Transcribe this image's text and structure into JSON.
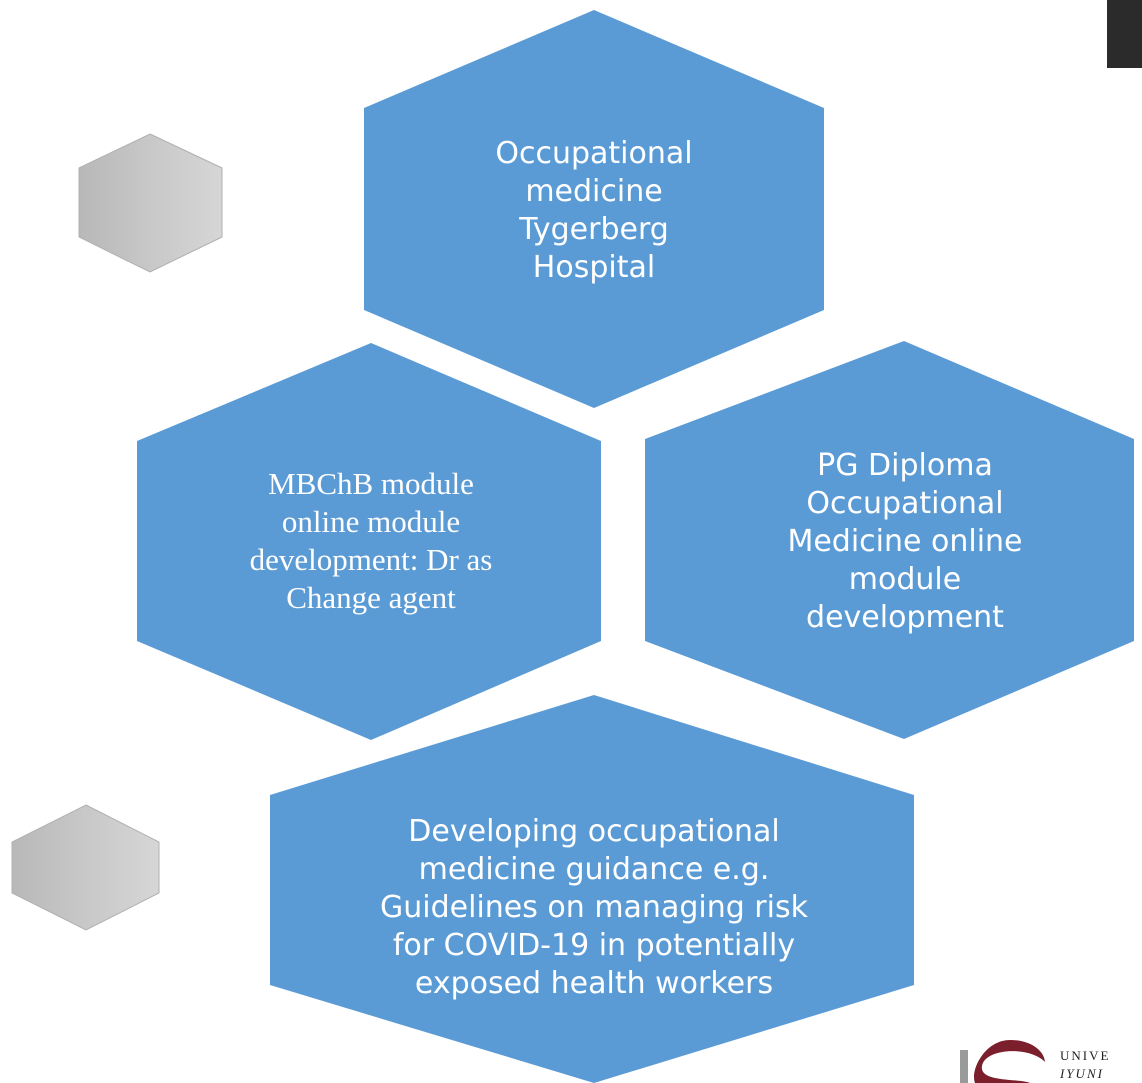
{
  "colors": {
    "hex_fill": "#5b9bd5",
    "hex_text": "#ffffff",
    "grey_hex": "#c8c8c8",
    "corner_box": "#2b2b2b",
    "logo": "#7a1f2b"
  },
  "hexagons": {
    "top": {
      "label": "Occupational medicine Tygerberg Hospital"
    },
    "left": {
      "label": "MBChB module online module development: Dr as Change agent"
    },
    "right": {
      "label": "PG Diploma Occupational Medicine online module development"
    },
    "bottom": {
      "label": "Developing occupational medicine guidance e.g. Guidelines on managing risk for COVID-19 in potentially exposed health workers"
    }
  },
  "logo": {
    "line1": "UNIVE",
    "line2": "IYUNI"
  }
}
